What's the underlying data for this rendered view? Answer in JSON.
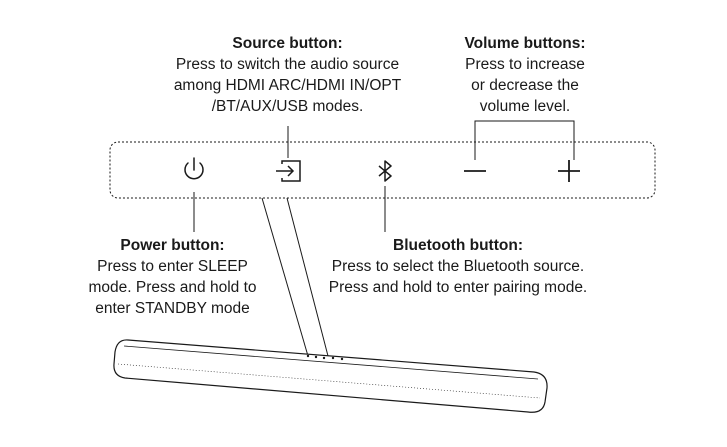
{
  "callouts": {
    "source": {
      "title": "Source button:",
      "lines": [
        "Press to switch the audio source",
        "among HDMI ARC/HDMI IN/OPT",
        "/BT/AUX/USB modes."
      ]
    },
    "volume": {
      "title": "Volume buttons:",
      "lines": [
        "Press to increase",
        "or decrease the",
        "volume level."
      ]
    },
    "power": {
      "title": "Power button:",
      "lines": [
        "Press to enter SLEEP",
        "mode. Press and hold to",
        "enter STANDBY mode"
      ]
    },
    "bluetooth": {
      "title": "Bluetooth button:",
      "lines": [
        "Press to select the Bluetooth source.",
        "Press and hold to enter pairing mode."
      ]
    }
  },
  "buttons": [
    {
      "icon": "power-icon"
    },
    {
      "icon": "source-input-icon"
    },
    {
      "icon": "bluetooth-icon"
    },
    {
      "icon": "volume-down-icon"
    },
    {
      "icon": "volume-up-icon"
    }
  ],
  "colors": {
    "line": "#1a1a1a",
    "device_fill": "#ffffff"
  }
}
